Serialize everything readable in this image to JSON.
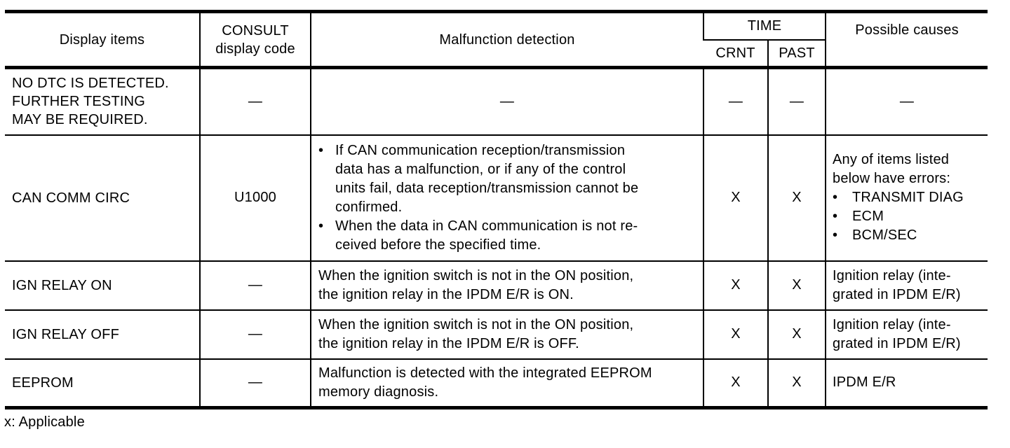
{
  "colors": {
    "background": "#ffffff",
    "text": "#000000",
    "border": "#000000"
  },
  "glyphs": {
    "bullet": "•"
  },
  "header": {
    "display_items": "Display items",
    "consult_lines": [
      "CONSULT",
      "display code"
    ],
    "malfunction_detection": "Malfunction detection",
    "time": "TIME",
    "crnt": "CRNT",
    "past": "PAST",
    "possible_causes": "Possible causes"
  },
  "rows": [
    {
      "item_lines": [
        "NO DTC IS DETECTED.",
        "FURTHER TESTING",
        "MAY BE REQUIRED."
      ],
      "code": "—",
      "malfunction_dash": "—",
      "crnt": "—",
      "past": "—",
      "causes_dash": "—"
    },
    {
      "item": "CAN COMM CIRC",
      "code": "U1000",
      "bullet1_lines": [
        "If CAN communication reception/transmission",
        "data has a malfunction, or if any of the control",
        "units fail, data reception/transmission cannot be",
        "confirmed."
      ],
      "bullet2_lines": [
        "When the data in CAN communication is not re-",
        "ceived before the specified time."
      ],
      "crnt": "X",
      "past": "X",
      "causes_intro_lines": [
        "Any of items listed",
        "below have errors:"
      ],
      "causes_bullets": [
        "TRANSMIT DIAG",
        "ECM",
        "BCM/SEC"
      ]
    },
    {
      "item": "IGN RELAY ON",
      "code": "—",
      "malfunction_lines": [
        "When the ignition switch is not in the ON position,",
        "the ignition relay in the IPDM E/R is ON."
      ],
      "crnt": "X",
      "past": "X",
      "causes_lines": [
        "Ignition relay (inte-",
        "grated in IPDM E/R)"
      ]
    },
    {
      "item": "IGN RELAY OFF",
      "code": "—",
      "malfunction_lines": [
        "When the ignition switch is not in the ON position,",
        "the ignition relay in the IPDM E/R is OFF."
      ],
      "crnt": "X",
      "past": "X",
      "causes_lines": [
        "Ignition relay (inte-",
        "grated in IPDM E/R)"
      ]
    },
    {
      "item": "EEPROM",
      "code": "—",
      "malfunction_lines": [
        "Malfunction is detected with the integrated EEPROM",
        "memory diagnosis."
      ],
      "crnt": "X",
      "past": "X",
      "causes_lines": [
        "IPDM E/R"
      ]
    }
  ],
  "footnote": "x: Applicable"
}
